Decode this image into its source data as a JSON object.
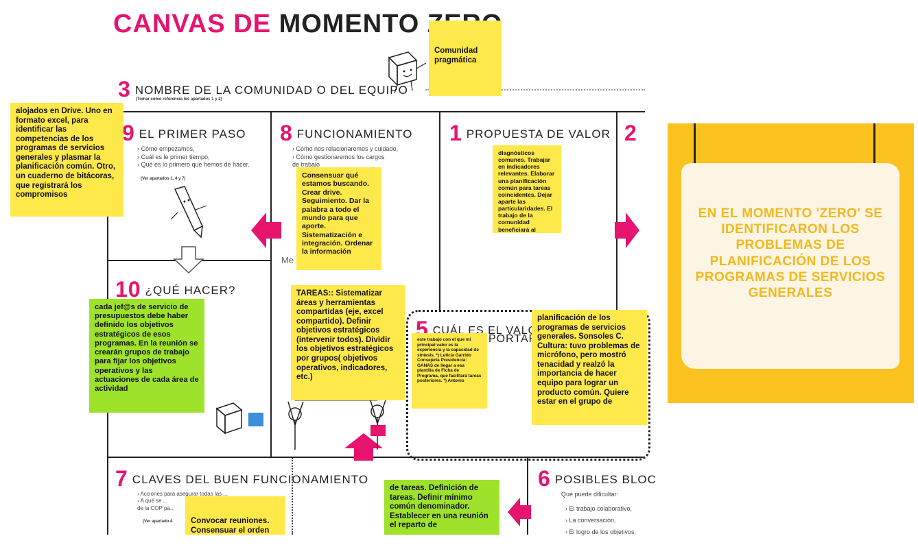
{
  "header": {
    "title_part1": "CANVAS DE",
    "title_part2": "MOMENTO ZERO"
  },
  "sections": {
    "s3_num": "3",
    "s3_title": "NOMBRE DE LA COMUNIDAD O DEL EQUIPO",
    "s3_note": "(Tomar como referencia los apartados 1 y 2)",
    "s9_num": "9",
    "s9_title": "EL PRIMER PASO",
    "s9_items": [
      "› Cómo empezamos,",
      "› Cuál es le primer tiempo,",
      "› Qué es lo primero que hemos de hacer."
    ],
    "s9_note": "(Ver apartados 1, 4 y 7)",
    "s8_num": "8",
    "s8_title": "FUNCIONAMIENTO",
    "s8_items": [
      "› Cómo nos relacionaremos y cuidado,",
      "› Cómo gestionaremos los cargos",
      "  de trabajo"
    ],
    "s8_extra": "Me              ación",
    "s1_num": "1",
    "s1_title": "PROPUESTA DE VALOR",
    "s2_num": "2",
    "s10_num": "10",
    "s10_title": "¿QUÉ HACER?",
    "s5_num": "5",
    "s5_title_a": "CUÁL ES EL VALO",
    "s5_title_b": "PORTAR",
    "s7_num": "7",
    "s7_title": "CLAVES DEL BUEN FUNCIONAMIENTO",
    "s7_items": [
      "› Acciones para asegurar todas las ...",
      "› A qué se ...",
      "  de la COP pa..."
    ],
    "s7_note": "(Ver apartado 4",
    "s6_num": "6",
    "s6_title": "POSIBLES BLOC",
    "s6_question": "Qué puede dificultar:",
    "s6_items": [
      "› El trabajo colaborativo,",
      "› La conversación,",
      "› El logro de los objetivos."
    ]
  },
  "stickies": {
    "comunidad": "Comunidad pragmática",
    "drive": "alojados en Drive. Uno en formato excel, para identificar las competencias de los programas de servicios generales y plasmar la planificación común. Otro, un cuaderno de bitácoras, que registrará los compromisos",
    "consensuar": "Consensuar qué estamos buscando. Crear drive. Seguimiento. Dar la palabra a todo el mundo para que aporte. Sistematización e integración. Ordenar la información",
    "diagnosticos": "diagnósticos comunes. Trabajar en indicadores relevantes. Elaborar una planificación común para tareas coincidentes. Dejar aparte las particularidades. El trabajo de la comunidad beneficiará al grupo.",
    "tareas": "TAREAS:: Sistematizar áreas y herramientas compartidas (eje, excel compartido). Definir objetivos estratégicos (intervenir todos). Dividir los objetivos estratégicos por grupos( objetivos operativos, indicadores, etc.)",
    "jefes": "cada jef@s de servicio de presupuestos debe haber definido los objetivos estratégicos de esos programas. En la reunión se crearán grupos de trabajo para fijar los objetivos operativos y las actuaciones de cada área de actividad",
    "valor": "este trabajo con el que mi principal valor es la experiencia y la capacidad de síntesis. *) Leticia Garrido Consejería Presidencia: GANAS de llegar a esa plantilla de Ficha de Programa, que facilitará tareas posteriores. *) Antonio",
    "planificacion": "planificación de los programas de servicios generales. Sonsoles C. Cultura: tuvo problemas de micrófono, pero mostró tenacidad y realzó la importancia de hacer equipo para lograr un producto común. Quiere estar en el grupo de",
    "definicion": "de tareas. Definición de tareas. Definir mínimo común denominador. Establecer en una reunión el reparto de",
    "convocar": "Convocar reuniones. Consensuar el orden"
  },
  "poster": {
    "text": "EN EL MOMENTO 'ZERO' SE IDENTIFICARON LOS PROBLEMAS DE PLANIFICACIÓN DE LOS PROGRAMAS DE SERVICIOS GENERALES"
  },
  "colors": {
    "pink": "#e6136f",
    "sticky_yellow": "#ffe84a",
    "sticky_green": "#9fe22c",
    "poster_bg": "#fcc320",
    "poster_text": "#f2b81c"
  }
}
